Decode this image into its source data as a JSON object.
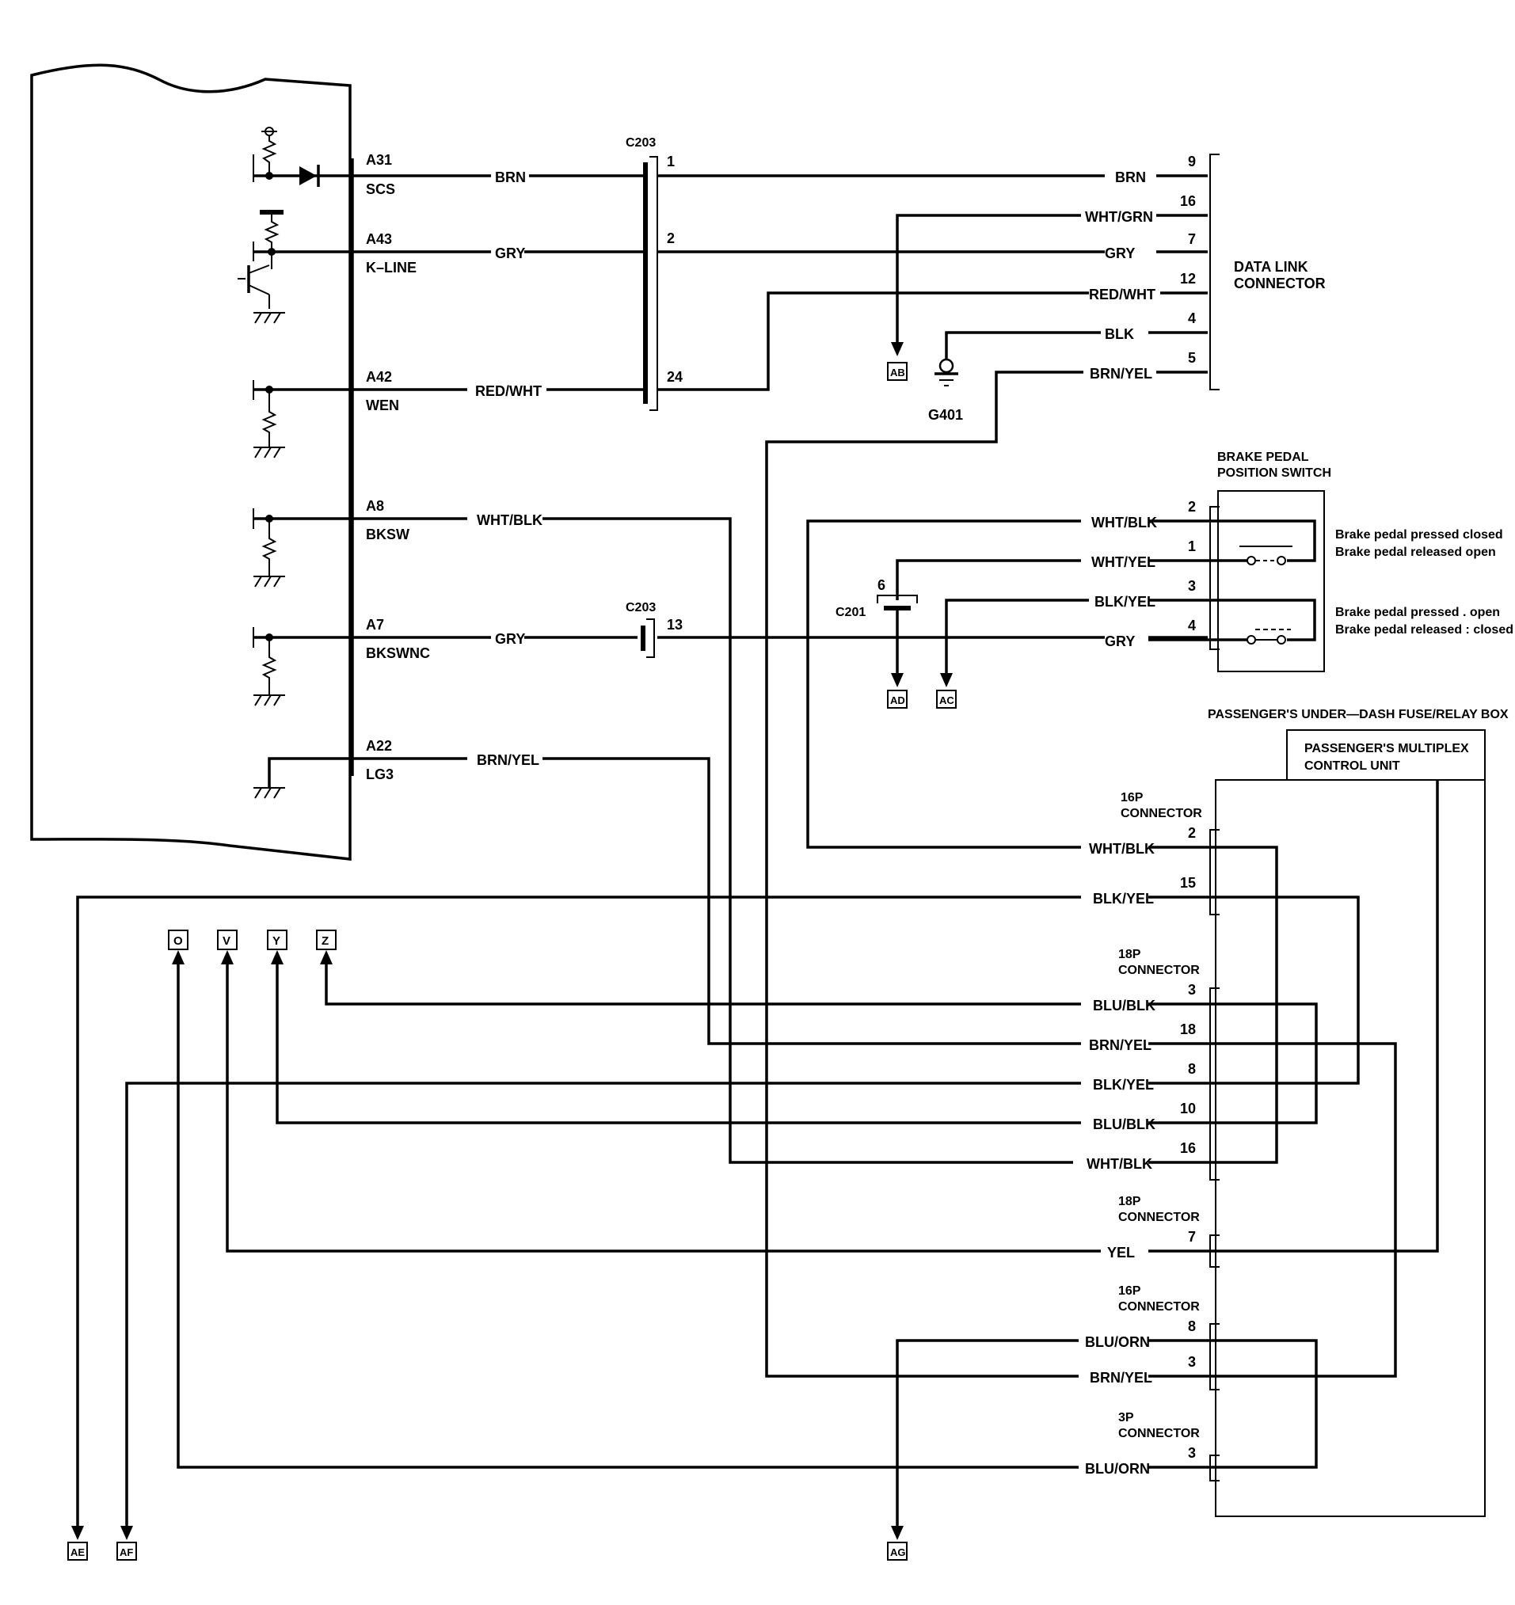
{
  "ecm_pins": [
    {
      "pin": "A31",
      "name": "SCS"
    },
    {
      "pin": "A43",
      "name": "K–LINE"
    },
    {
      "pin": "A42",
      "name": "WEN"
    },
    {
      "pin": "A8",
      "name": "BKSW"
    },
    {
      "pin": "A7",
      "name": "BKSWNC"
    },
    {
      "pin": "A22",
      "name": "LG3"
    }
  ],
  "wire_colors": {
    "scs": "BRN",
    "kline": "GRY",
    "wen": "RED/WHT",
    "bksw": "WHT/BLK",
    "bkswnc": "GRY",
    "lg3": "BRN/YEL"
  },
  "c203": {
    "id": "C203",
    "pins": [
      "1",
      "2",
      "24",
      "13"
    ]
  },
  "c201": {
    "id": "C201",
    "pin": "6"
  },
  "dlc": {
    "title1": "DATA LINK",
    "title2": "CONNECTOR",
    "wires": [
      {
        "color": "BRN",
        "pin": "9"
      },
      {
        "color": "WHT/GRN",
        "pin": "16"
      },
      {
        "color": "GRY",
        "pin": "7"
      },
      {
        "color": "RED/WHT",
        "pin": "12"
      },
      {
        "color": "BLK",
        "pin": "4"
      },
      {
        "color": "BRN/YEL",
        "pin": "5"
      }
    ]
  },
  "ground": "G401",
  "bpps": {
    "title1": "BRAKE PEDAL",
    "title2": "POSITION SWITCH",
    "wires": [
      {
        "color": "WHT/BLK",
        "pin": "2"
      },
      {
        "color": "WHT/YEL",
        "pin": "1"
      },
      {
        "color": "BLK/YEL",
        "pin": "3"
      },
      {
        "color": "GRY",
        "pin": "4"
      }
    ],
    "note1a": "Brake pedal pressed   closed",
    "note1b": "Brake pedal released   open",
    "note2a": "Brake pedal pressed . open",
    "note2b": "Brake pedal released : closed"
  },
  "fuse_box": "PASSENGER'S UNDER—DASH FUSE/RELAY BOX",
  "mcu": {
    "line1": "PASSENGER'S MULTIPLEX",
    "line2": "CONTROL UNIT"
  },
  "connectors": [
    {
      "l1": "16P",
      "l2": "CONNECTOR",
      "wires": [
        {
          "color": "WHT/BLK",
          "pin": "2"
        },
        {
          "color": "BLK/YEL",
          "pin": "15"
        }
      ]
    },
    {
      "l1": "18P",
      "l2": "CONNECTOR",
      "wires": [
        {
          "color": "BLU/BLK",
          "pin": "3"
        },
        {
          "color": "BRN/YEL",
          "pin": "18"
        },
        {
          "color": "BLK/YEL",
          "pin": "8"
        },
        {
          "color": "BLU/BLK",
          "pin": "10"
        },
        {
          "color": "WHT/BLK",
          "pin": "16"
        }
      ]
    },
    {
      "l1": "18P",
      "l2": "CONNECTOR",
      "wires": [
        {
          "color": "YEL",
          "pin": "7"
        }
      ]
    },
    {
      "l1": "16P",
      "l2": "CONNECTOR",
      "wires": [
        {
          "color": "BLU/ORN",
          "pin": "8"
        },
        {
          "color": "BRN/YEL",
          "pin": "3"
        }
      ]
    },
    {
      "l1": "3P",
      "l2": "CONNECTOR",
      "wires": [
        {
          "color": "BLU/ORN",
          "pin": "3"
        }
      ]
    }
  ],
  "refs": {
    "AB": "AB",
    "AC": "AC",
    "AD": "AD",
    "AE": "AE",
    "AF": "AF",
    "AG": "AG",
    "O": "O",
    "V": "V",
    "Y": "Y",
    "Z": "Z"
  }
}
